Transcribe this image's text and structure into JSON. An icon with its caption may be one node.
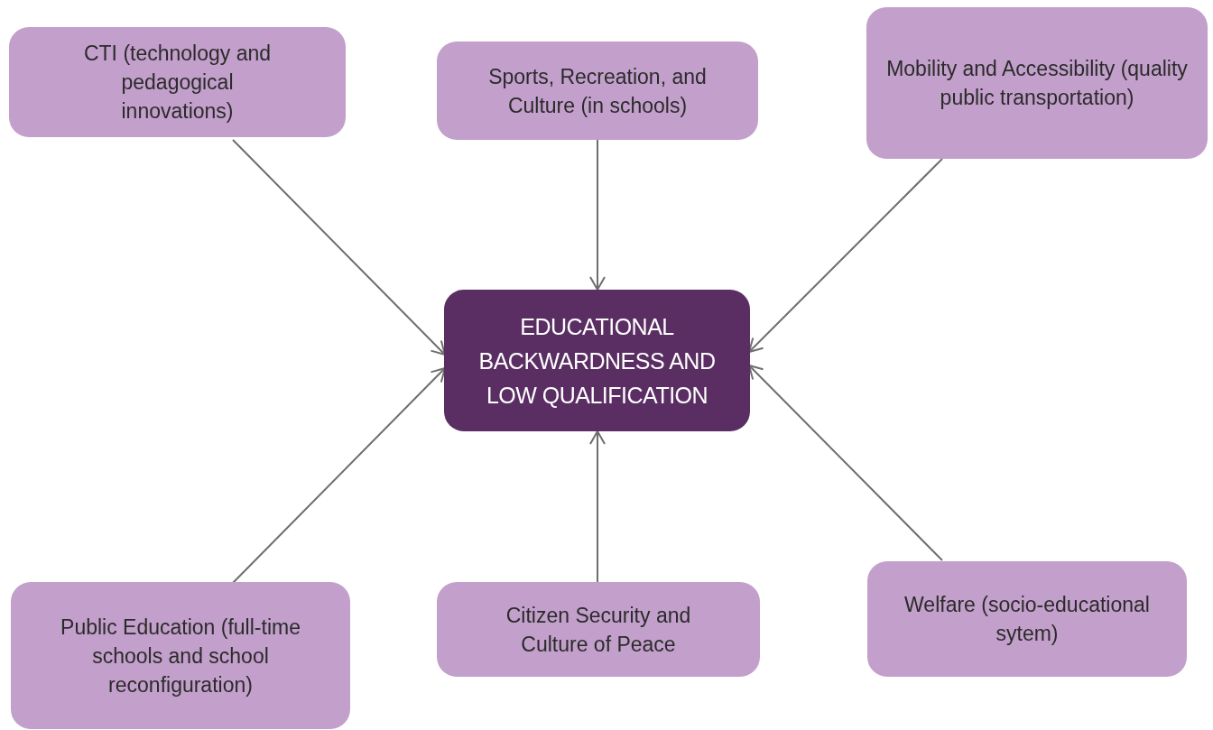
{
  "diagram": {
    "nodes": [
      {
        "text": [
          "CTI (technology and pedagogical innovations)"
        ]
      },
      {
        "text": [
          "Sports, Recreation, and Culture (in schools)"
        ]
      },
      {
        "text": [
          "Mobility and Accessibility (quality public transportation)"
        ]
      },
      {
        "text": [
          "EDUCATIONAL BACKWARDNESS AND LOW QUALIFICATION"
        ]
      },
      {
        "text": [
          "Public Education (full-time schools and school reconfiguration)"
        ]
      },
      {
        "text": [
          "Citizen Security and Culture of Peace"
        ]
      },
      {
        "text": [
          "Welfare (socio-educational sytem)"
        ]
      }
    ],
    "edges": [
      {
        "from": 0,
        "to": 3,
        "arrow": "to"
      },
      {
        "from": 1,
        "to": 3,
        "arrow": "to"
      },
      {
        "from": 2,
        "to": 3,
        "arrow": "to"
      },
      {
        "from": 4,
        "to": 3,
        "arrow": "to"
      },
      {
        "from": 5,
        "to": 3,
        "arrow": "to"
      },
      {
        "from": 6,
        "to": 3,
        "arrow": "to"
      }
    ]
  }
}
